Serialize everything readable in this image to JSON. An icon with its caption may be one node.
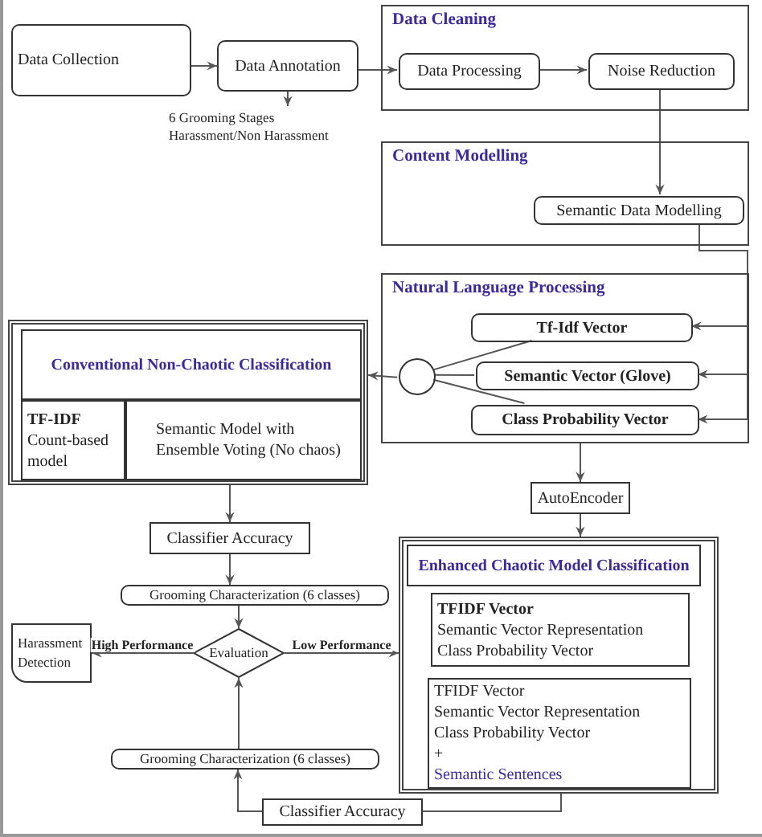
{
  "diagram": {
    "nodes": [
      {
        "text": [
          "Data Collection"
        ]
      },
      {
        "text": [
          "Data Annotation"
        ]
      },
      {
        "text": [
          "Data Cleaning"
        ]
      },
      {
        "text": [
          "Data Processing"
        ],
        "in": 2
      },
      {
        "text": [
          "Noise Reduction"
        ],
        "in": 2
      },
      {
        "text": [
          "Content Modelling"
        ]
      },
      {
        "text": [
          "Semantic Data Modelling"
        ],
        "in": 5
      },
      {
        "text": [
          "Natural Language Processing"
        ]
      },
      {
        "text": [
          "Tf-Idf Vector"
        ],
        "in": 7
      },
      {
        "text": [
          "Semantic Vector (Glove)"
        ],
        "in": 7
      },
      {
        "text": [
          "Class Probability Vector"
        ],
        "in": 7
      },
      {
        "text": [],
        "shape": "circle",
        "in": 7
      },
      {
        "text": [],
        "shape": "box"
      },
      {
        "text": [
          "Conventional Non-Chaotic Classification"
        ],
        "in": 12
      },
      {
        "text": [
          "TF-IDF",
          "Count-based model"
        ],
        "in": 12
      },
      {
        "text": [
          "Semantic Model with Ensemble Voting (No chaos)"
        ],
        "in": 12
      },
      {
        "text": [
          "Classifier Accuracy"
        ]
      },
      {
        "text": [
          "Grooming Characterization (6 classes)"
        ]
      },
      {
        "text": [
          "Evaluation"
        ]
      },
      {
        "text": [
          "Harassment Detection"
        ]
      },
      {
        "text": [
          "Grooming Characterization (6 classes)"
        ]
      },
      {
        "text": [
          "Classifier Accuracy"
        ]
      },
      {
        "text": [
          "AutoEncoder"
        ]
      },
      {
        "text": [],
        "shape": "box"
      },
      {
        "text": [
          "Enhanced Chaotic Model Classification"
        ],
        "in": 23
      },
      {
        "text": [
          "TFIDF Vector",
          "Semantic Vector Representation",
          "Class Probability Vector"
        ],
        "in": 23
      },
      {
        "text": [
          "TFIDF Vector",
          "Semantic Vector Representation",
          "Class Probability Vector",
          "+",
          "Semantic Sentences"
        ],
        "in": 23
      },
      {
        "text": [
          "6 Grooming Stages",
          "Harassment/Non Harassment"
        ]
      }
    ],
    "edges": [
      {
        "from": 0,
        "to": 1,
        "arrow": "to"
      },
      {
        "from": 1,
        "to": 27,
        "arrow": "to"
      },
      {
        "from": 1,
        "to": 3,
        "arrow": "to"
      },
      {
        "from": 3,
        "to": 4,
        "arrow": "to"
      },
      {
        "from": 4,
        "to": 6,
        "arrow": "to"
      },
      {
        "from": 6,
        "to": 8,
        "arrow": "to"
      },
      {
        "from": 6,
        "to": 9,
        "arrow": "to"
      },
      {
        "from": 6,
        "to": 10,
        "arrow": "to"
      },
      {
        "from": 11,
        "to": 8,
        "arrow": "none"
      },
      {
        "from": 11,
        "to": 9,
        "arrow": "none"
      },
      {
        "from": 11,
        "to": 10,
        "arrow": "none"
      },
      {
        "from": 11,
        "to": 12,
        "arrow": "to"
      },
      {
        "from": 7,
        "to": 22,
        "arrow": "to"
      },
      {
        "from": 22,
        "to": 23,
        "arrow": "to"
      },
      {
        "from": 12,
        "to": 16,
        "arrow": "to"
      },
      {
        "from": 16,
        "to": 17,
        "arrow": "to"
      },
      {
        "from": 17,
        "to": 18,
        "arrow": "to"
      },
      {
        "from": 18,
        "to": 19,
        "arrow": "to",
        "label": "High Performance"
      },
      {
        "from": 18,
        "to": 23,
        "arrow": "to",
        "label": "Low Performance"
      },
      {
        "from": 20,
        "to": 18,
        "arrow": "to"
      },
      {
        "from": 21,
        "to": 20,
        "arrow": "to"
      },
      {
        "from": 23,
        "to": 21,
        "arrow": "none"
      }
    ]
  }
}
